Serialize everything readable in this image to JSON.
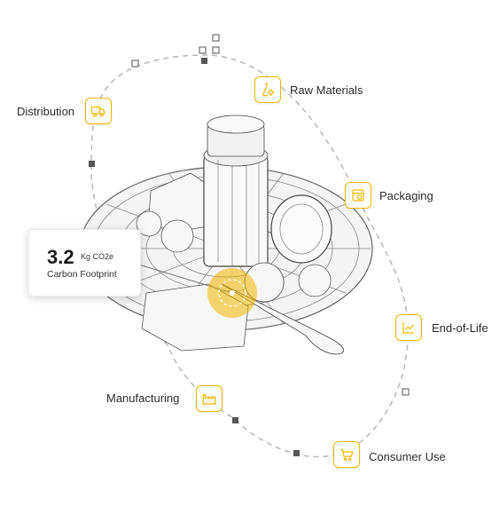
{
  "footprint": {
    "value": "3.2",
    "unit": "Kg CO2e",
    "label": "Carbon Footprint"
  },
  "stages": {
    "raw_materials": "Raw Materials",
    "packaging": "Packaging",
    "end_of_life": "End-of-Life",
    "consumer_use": "Consumer Use",
    "manufacturing": "Manufacturing",
    "distribution": "Distribution"
  },
  "icons": {
    "raw_materials": "lab-flask-gear-icon",
    "packaging": "box-icon",
    "end_of_life": "chart-line-icon",
    "consumer_use": "shopping-cart-icon",
    "manufacturing": "factory-icon",
    "distribution": "delivery-truck-icon"
  },
  "colors": {
    "accent": "#f2b600",
    "path": "#b8b8b8",
    "marker": "#555555"
  }
}
